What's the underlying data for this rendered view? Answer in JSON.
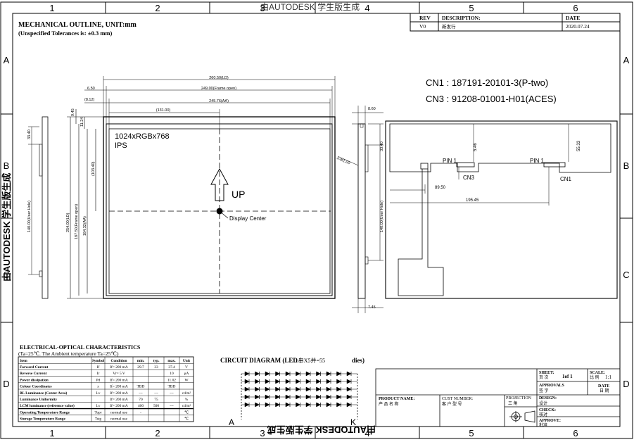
{
  "frame": {
    "zones_top": [
      "1",
      "2",
      "3",
      "4",
      "5",
      "6"
    ],
    "zones_side": [
      "A",
      "B",
      "C",
      "D"
    ]
  },
  "watermark": {
    "text": "由AUTODESK 学生版生成"
  },
  "title": {
    "line1": "MECHANICAL OUTLINE, UNIT:mm",
    "line2": "(Unspecified Tolerances is: ±0.3 mm)"
  },
  "revision": {
    "headers": [
      "REV",
      "DESCRIPTION:",
      "DATE"
    ],
    "row": [
      "V0",
      "新发行",
      "2020.07.24"
    ]
  },
  "connectors": {
    "cn1": "CN1 : 187191-20101-3(P-two)",
    "cn3": "CN3 : 91208-01001-H01(ACES)"
  },
  "front_view": {
    "dims_h": [
      "260.50(LD)",
      "249.00(Frame open)",
      "245.76(AA)",
      "(131.00)",
      "6.50",
      "(8.12)"
    ],
    "dims_v": [
      "254.00(LD)",
      "187.50(Frame open)",
      "184.32(AA)",
      "(103.40)",
      "140.00(User Hole)",
      "33.40",
      "9.45",
      "11.24"
    ],
    "resolution": "1024xRGBx768",
    "panel": "IPS",
    "up": "UP",
    "center": "Display Center"
  },
  "side_view": {
    "dims": [
      "8.60",
      "33.40",
      "140.00(User Hole)",
      "4-Φ2.00",
      "7.45"
    ]
  },
  "back_view": {
    "pin1a": "PIN 1",
    "pin1b": "PIN 1",
    "cn3": "CN3",
    "cn1": "CN1",
    "dims": [
      "5.46",
      "55.33",
      "89.50",
      "195.45"
    ]
  },
  "electrical": {
    "title": "ELECTRICAL-OPTICAL CHARACTERISTICS",
    "subtitle": "(Ta=25℃.   The Ambient temperature Ta=25℃)",
    "headers": [
      "Item",
      "Symbol",
      "Condition",
      "min.",
      "typ.",
      "max.",
      "Unit"
    ],
    "rows": [
      [
        "Forward Current",
        "If",
        "If= 200 mA",
        "29.7",
        "33",
        "37.4",
        "V"
      ],
      [
        "Reverse Current",
        "Ir",
        "Vr= 5 V",
        "",
        "",
        "10",
        "μA"
      ],
      [
        "Power dissipation",
        "Pd",
        "If= 200 mA",
        "",
        "",
        "11.02",
        "W"
      ],
      [
        "Colour Coordinates",
        "x",
        "If= 200 mA",
        "TBD",
        "",
        "TBD",
        ""
      ],
      [
        "BL Luminance (Center Area)",
        "Lv",
        "If= 200 mA",
        "---",
        "---",
        "---",
        "cd/m²"
      ],
      [
        "Luminance Uniformity",
        "",
        "If= 200 mA",
        "70",
        "75",
        "",
        "%"
      ],
      [
        "LCM luminance (reference value)",
        "Lv",
        "If= 200 mA",
        "400",
        "500",
        "---",
        "cd/m²"
      ],
      [
        "Operating Temperature Range",
        "Topr",
        "normal use",
        "-",
        "",
        "",
        "℃"
      ],
      [
        "Storage Temperature Range",
        "Tstg",
        "normal use",
        "",
        "",
        "",
        "℃"
      ]
    ]
  },
  "circuit": {
    "title": "CIRCUIT DIAGRAM (LED",
    "spec": "11串X5并=55",
    "suffix": "dies)",
    "anode": "A",
    "cathode": "K"
  },
  "titleblock": {
    "sheet_label": "SHEET:",
    "sheet_cn": "页 次",
    "sheet_val": "1of 1",
    "scale_label": "SCALE:",
    "scale_cn": "比 例",
    "scale_val": "1:1",
    "approvals": "APPROVALS",
    "approvals_cn": "签 字",
    "date": "DATE",
    "date_cn": "日 期",
    "product": "PRODUCT NAME:",
    "product_cn": "产 品 名 称",
    "cust": "CUST NUMBER:",
    "cust_cn": "客 户 型 号",
    "projection": "PROJECTION",
    "projection_cn": "三 角",
    "design": "DESIGN:",
    "design_cn": "设计",
    "check": "CHECK:",
    "check_cn": "核对",
    "approve": "APPROVE:",
    "approve_cn": "批准"
  }
}
